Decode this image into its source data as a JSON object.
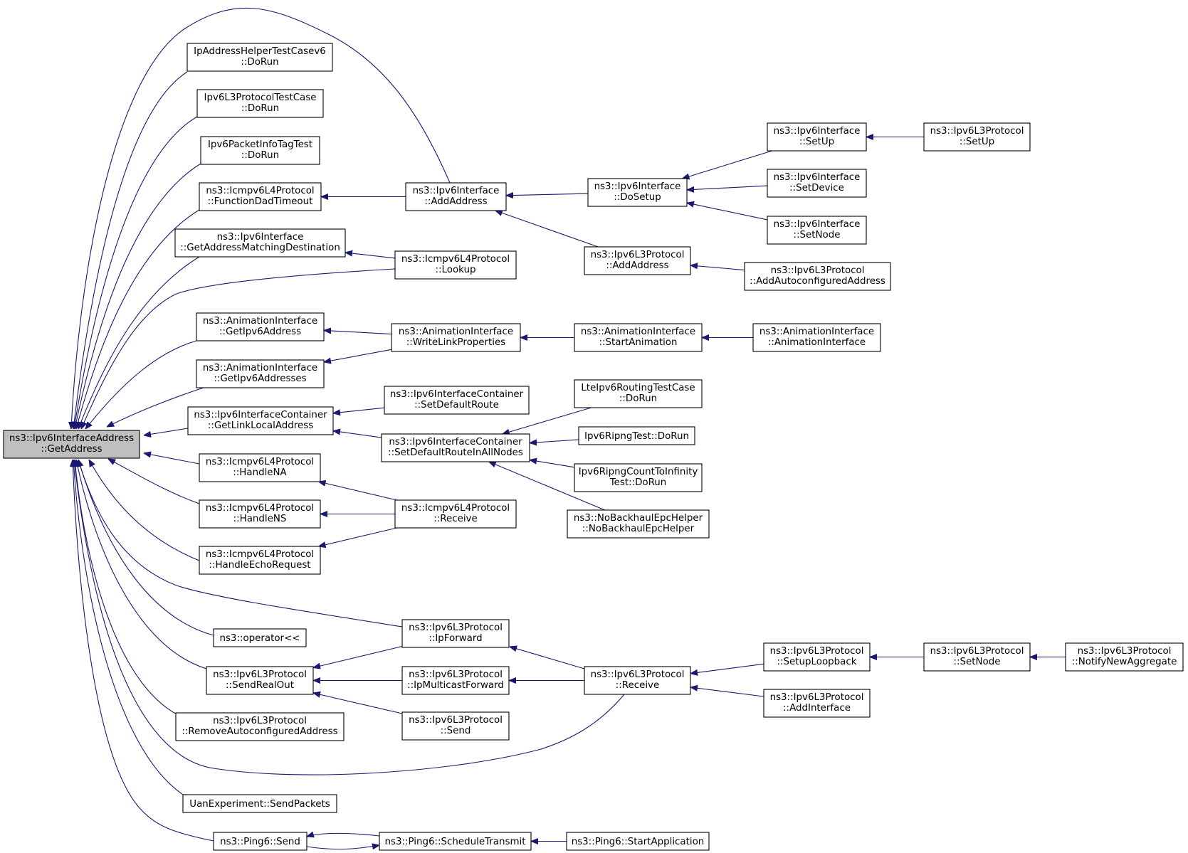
{
  "graph": {
    "nodes": [
      {
        "id": "root",
        "lines": [
          "ns3::Ipv6InterfaceAddress",
          "::GetAddress"
        ],
        "selected": true
      },
      {
        "id": "ipaddresshelper-dorun",
        "lines": [
          "IpAddressHelperTestCasev6",
          "::DoRun"
        ]
      },
      {
        "id": "ipv6l3protocoltestcase-dorun",
        "lines": [
          "Ipv6L3ProtocolTestCase",
          "::DoRun"
        ]
      },
      {
        "id": "ipv6packetinfotagtest-dorun",
        "lines": [
          "Ipv6PacketInfoTagTest",
          "::DoRun"
        ]
      },
      {
        "id": "icmpv6-functiondadtimeout",
        "lines": [
          "ns3::Icmpv6L4Protocol",
          "::FunctionDadTimeout"
        ]
      },
      {
        "id": "ipv6interface-getaddressmatchingdestination",
        "lines": [
          "ns3::Ipv6Interface",
          "::GetAddressMatchingDestination"
        ]
      },
      {
        "id": "animationinterface-getipv6address",
        "lines": [
          "ns3::AnimationInterface",
          "::GetIpv6Address"
        ]
      },
      {
        "id": "animationinterface-getipv6addresses",
        "lines": [
          "ns3::AnimationInterface",
          "::GetIpv6Addresses"
        ]
      },
      {
        "id": "ipv6interfacecontainer-getlinklocaladdress",
        "lines": [
          "ns3::Ipv6InterfaceContainer",
          "::GetLinkLocalAddress"
        ]
      },
      {
        "id": "icmpv6-handlena",
        "lines": [
          "ns3::Icmpv6L4Protocol",
          "::HandleNA"
        ]
      },
      {
        "id": "icmpv6-handlens",
        "lines": [
          "ns3::Icmpv6L4Protocol",
          "::HandleNS"
        ]
      },
      {
        "id": "icmpv6-handleechorequest",
        "lines": [
          "ns3::Icmpv6L4Protocol",
          "::HandleEchoRequest"
        ]
      },
      {
        "id": "operator-stream",
        "lines": [
          "ns3::operator<<"
        ]
      },
      {
        "id": "ipv6l3protocol-sendrealout",
        "lines": [
          "ns3::Ipv6L3Protocol",
          "::SendRealOut"
        ]
      },
      {
        "id": "ipv6l3protocol-removeautoconfiguredaddress",
        "lines": [
          "ns3::Ipv6L3Protocol",
          "::RemoveAutoconfiguredAddress"
        ]
      },
      {
        "id": "uanexperiment-sendpackets",
        "lines": [
          "UanExperiment::SendPackets"
        ]
      },
      {
        "id": "ping6-send",
        "lines": [
          "ns3::Ping6::Send"
        ]
      },
      {
        "id": "ipv6interface-addaddress",
        "lines": [
          "ns3::Ipv6Interface",
          "::AddAddress"
        ]
      },
      {
        "id": "icmpv6-lookup",
        "lines": [
          "ns3::Icmpv6L4Protocol",
          "::Lookup"
        ]
      },
      {
        "id": "animationinterface-writelinkproperties",
        "lines": [
          "ns3::AnimationInterface",
          "::WriteLinkProperties"
        ]
      },
      {
        "id": "ipv6interfacecontainer-setdefaultroute",
        "lines": [
          "ns3::Ipv6InterfaceContainer",
          "::SetDefaultRoute"
        ]
      },
      {
        "id": "ipv6interfacecontainer-setdefaultrouteinallnodes",
        "lines": [
          "ns3::Ipv6InterfaceContainer",
          "::SetDefaultRouteInAllNodes"
        ]
      },
      {
        "id": "icmpv6-receive",
        "lines": [
          "ns3::Icmpv6L4Protocol",
          "::Receive"
        ]
      },
      {
        "id": "ipv6l3protocol-ipforward",
        "lines": [
          "ns3::Ipv6L3Protocol",
          "::IpForward"
        ]
      },
      {
        "id": "ipv6l3protocol-ipmulticastforward",
        "lines": [
          "ns3::Ipv6L3Protocol",
          "::IpMulticastForward"
        ]
      },
      {
        "id": "ipv6l3protocol-send",
        "lines": [
          "ns3::Ipv6L3Protocol",
          "::Send"
        ]
      },
      {
        "id": "ping6-scheduletransmit",
        "lines": [
          "ns3::Ping6::ScheduleTransmit"
        ]
      },
      {
        "id": "ipv6interface-dosetup",
        "lines": [
          "ns3::Ipv6Interface",
          "::DoSetup"
        ]
      },
      {
        "id": "ipv6l3protocol-addaddress",
        "lines": [
          "ns3::Ipv6L3Protocol",
          "::AddAddress"
        ]
      },
      {
        "id": "animationinterface-startanimation",
        "lines": [
          "ns3::AnimationInterface",
          "::StartAnimation"
        ]
      },
      {
        "id": "lteipv6routingtestcase-dorun",
        "lines": [
          "LteIpv6RoutingTestCase",
          "::DoRun"
        ]
      },
      {
        "id": "ipv6ripngtest-dorun",
        "lines": [
          "Ipv6RipngTest::DoRun"
        ]
      },
      {
        "id": "ipv6ripngcounttoinfinity-dorun",
        "lines": [
          "Ipv6RipngCountToInfinity",
          "Test::DoRun"
        ]
      },
      {
        "id": "nobackhaulepchelper",
        "lines": [
          "ns3::NoBackhaulEpcHelper",
          "::NoBackhaulEpcHelper"
        ]
      },
      {
        "id": "ipv6l3protocol-receive",
        "lines": [
          "ns3::Ipv6L3Protocol",
          "::Receive"
        ]
      },
      {
        "id": "ping6-startapplication",
        "lines": [
          "ns3::Ping6::StartApplication"
        ]
      },
      {
        "id": "ipv6interface-setup",
        "lines": [
          "ns3::Ipv6Interface",
          "::SetUp"
        ]
      },
      {
        "id": "ipv6interface-setdevice",
        "lines": [
          "ns3::Ipv6Interface",
          "::SetDevice"
        ]
      },
      {
        "id": "ipv6interface-setnode",
        "lines": [
          "ns3::Ipv6Interface",
          "::SetNode"
        ]
      },
      {
        "id": "ipv6l3protocol-addautoconfiguredaddress",
        "lines": [
          "ns3::Ipv6L3Protocol",
          "::AddAutoconfiguredAddress"
        ]
      },
      {
        "id": "animationinterface-ctor",
        "lines": [
          "ns3::AnimationInterface",
          "::AnimationInterface"
        ]
      },
      {
        "id": "ipv6l3protocol-setuploopback",
        "lines": [
          "ns3::Ipv6L3Protocol",
          "::SetupLoopback"
        ]
      },
      {
        "id": "ipv6l3protocol-addinterface",
        "lines": [
          "ns3::Ipv6L3Protocol",
          "::AddInterface"
        ]
      },
      {
        "id": "ipv6l3protocol-setup",
        "lines": [
          "ns3::Ipv6L3Protocol",
          "::SetUp"
        ]
      },
      {
        "id": "ipv6l3protocol-setnode",
        "lines": [
          "ns3::Ipv6L3Protocol",
          "::SetNode"
        ]
      },
      {
        "id": "ipv6l3protocol-notifynewaggregate",
        "lines": [
          "ns3::Ipv6L3Protocol",
          "::NotifyNewAggregate"
        ]
      }
    ],
    "edges": [
      [
        "ipaddresshelper-dorun",
        "root"
      ],
      [
        "ipv6l3protocoltestcase-dorun",
        "root"
      ],
      [
        "ipv6packetinfotagtest-dorun",
        "root"
      ],
      [
        "icmpv6-functiondadtimeout",
        "root"
      ],
      [
        "ipv6interface-getaddressmatchingdestination",
        "root"
      ],
      [
        "animationinterface-getipv6address",
        "root"
      ],
      [
        "animationinterface-getipv6addresses",
        "root"
      ],
      [
        "ipv6interfacecontainer-getlinklocaladdress",
        "root"
      ],
      [
        "icmpv6-handlena",
        "root"
      ],
      [
        "icmpv6-handlens",
        "root"
      ],
      [
        "icmpv6-handleechorequest",
        "root"
      ],
      [
        "operator-stream",
        "root"
      ],
      [
        "ipv6l3protocol-sendrealout",
        "root"
      ],
      [
        "ipv6l3protocol-removeautoconfiguredaddress",
        "root"
      ],
      [
        "uanexperiment-sendpackets",
        "root"
      ],
      [
        "ping6-send",
        "root"
      ],
      [
        "ipv6interface-addaddress",
        "root"
      ],
      [
        "icmpv6-lookup",
        "root"
      ],
      [
        "ipv6l3protocol-ipforward",
        "root"
      ],
      [
        "ipv6l3protocol-receive",
        "root"
      ],
      [
        "ipv6interface-addaddress",
        "icmpv6-functiondadtimeout"
      ],
      [
        "icmpv6-lookup",
        "ipv6interface-getaddressmatchingdestination"
      ],
      [
        "animationinterface-writelinkproperties",
        "animationinterface-getipv6address"
      ],
      [
        "animationinterface-writelinkproperties",
        "animationinterface-getipv6addresses"
      ],
      [
        "ipv6interfacecontainer-setdefaultroute",
        "ipv6interfacecontainer-getlinklocaladdress"
      ],
      [
        "ipv6interfacecontainer-setdefaultrouteinallnodes",
        "ipv6interfacecontainer-getlinklocaladdress"
      ],
      [
        "icmpv6-receive",
        "icmpv6-handlena"
      ],
      [
        "icmpv6-receive",
        "icmpv6-handlens"
      ],
      [
        "icmpv6-receive",
        "icmpv6-handleechorequest"
      ],
      [
        "ipv6l3protocol-ipforward",
        "ipv6l3protocol-sendrealout"
      ],
      [
        "ipv6l3protocol-ipmulticastforward",
        "ipv6l3protocol-sendrealout"
      ],
      [
        "ipv6l3protocol-send",
        "ipv6l3protocol-sendrealout"
      ],
      [
        "ping6-scheduletransmit",
        "ping6-send"
      ],
      [
        "ping6-send",
        "ping6-scheduletransmit"
      ],
      [
        "ipv6interface-dosetup",
        "ipv6interface-addaddress"
      ],
      [
        "ipv6l3protocol-addaddress",
        "ipv6interface-addaddress"
      ],
      [
        "animationinterface-startanimation",
        "animationinterface-writelinkproperties"
      ],
      [
        "lteipv6routingtestcase-dorun",
        "ipv6interfacecontainer-setdefaultrouteinallnodes"
      ],
      [
        "ipv6ripngtest-dorun",
        "ipv6interfacecontainer-setdefaultrouteinallnodes"
      ],
      [
        "ipv6ripngcounttoinfinity-dorun",
        "ipv6interfacecontainer-setdefaultrouteinallnodes"
      ],
      [
        "nobackhaulepchelper",
        "ipv6interfacecontainer-setdefaultrouteinallnodes"
      ],
      [
        "ipv6l3protocol-receive",
        "ipv6l3protocol-ipforward"
      ],
      [
        "ipv6l3protocol-receive",
        "ipv6l3protocol-ipmulticastforward"
      ],
      [
        "ping6-startapplication",
        "ping6-scheduletransmit"
      ],
      [
        "ipv6interface-setup",
        "ipv6interface-dosetup"
      ],
      [
        "ipv6interface-setdevice",
        "ipv6interface-dosetup"
      ],
      [
        "ipv6interface-setnode",
        "ipv6interface-dosetup"
      ],
      [
        "ipv6l3protocol-addautoconfiguredaddress",
        "ipv6l3protocol-addaddress"
      ],
      [
        "animationinterface-ctor",
        "animationinterface-startanimation"
      ],
      [
        "ipv6l3protocol-setuploopback",
        "ipv6l3protocol-receive"
      ],
      [
        "ipv6l3protocol-addinterface",
        "ipv6l3protocol-receive"
      ],
      [
        "ipv6l3protocol-setup",
        "ipv6interface-setup"
      ],
      [
        "ipv6l3protocol-setnode",
        "ipv6l3protocol-setuploopback"
      ],
      [
        "ipv6l3protocol-notifynewaggregate",
        "ipv6l3protocol-setnode"
      ]
    ],
    "colors": {
      "edge": "#191970",
      "node_border": "#000000",
      "node_fill": "#ffffff",
      "selected_fill": "#bfbfbf",
      "text": "#000000"
    }
  }
}
